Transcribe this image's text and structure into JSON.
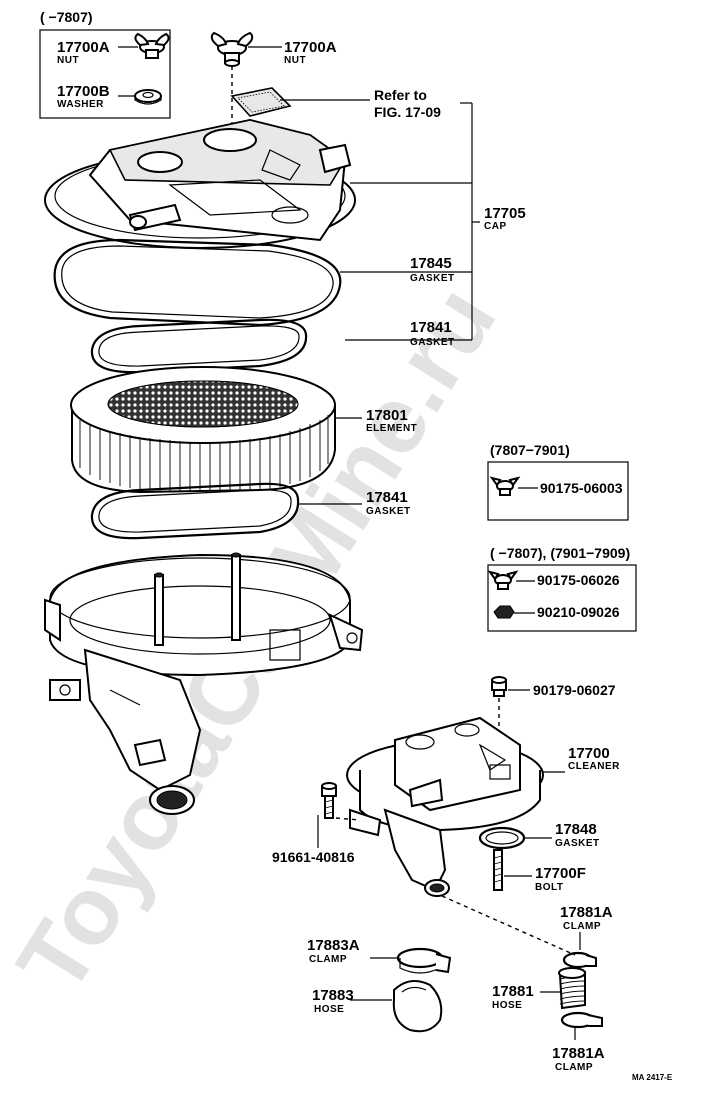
{
  "watermark": "ToyotaCarMine.ru",
  "footer_code": "MA 2417-E",
  "inset_boxes": [
    {
      "header": "(      −7807)",
      "items": [
        {
          "part_no": "17700A",
          "name": "NUT"
        },
        {
          "part_no": "17700B",
          "name": "WASHER"
        }
      ]
    },
    {
      "header": "(7807−7901)",
      "items": [
        {
          "part_no": "90175-06003"
        }
      ]
    },
    {
      "header": "(      −7807), (7901−7909)",
      "items": [
        {
          "part_no": "90175-06026"
        },
        {
          "part_no": "90210-09026"
        }
      ]
    }
  ],
  "callouts": [
    {
      "part_no": "17700A",
      "name": "NUT"
    },
    {
      "part_no": "17705",
      "name": "CAP"
    },
    {
      "part_no": "17845",
      "name": "GASKET"
    },
    {
      "part_no": "17841",
      "name": "GASKET"
    },
    {
      "part_no": "17801",
      "name": "ELEMENT"
    },
    {
      "part_no": "17841",
      "name": "GASKET"
    },
    {
      "part_no": "90179-06027"
    },
    {
      "part_no": "17700",
      "name": "CLEANER"
    },
    {
      "part_no": "17848",
      "name": "GASKET"
    },
    {
      "part_no": "17700F",
      "name": "BOLT"
    },
    {
      "part_no": "91661-40816"
    },
    {
      "part_no": "17881A",
      "name": "CLAMP"
    },
    {
      "part_no": "17883A",
      "name": "CLAMP"
    },
    {
      "part_no": "17883",
      "name": "HOSE"
    },
    {
      "part_no": "17881",
      "name": "HOSE"
    },
    {
      "part_no": "17881A",
      "name": "CLAMP"
    }
  ],
  "reference": {
    "line1": "Refer to",
    "line2": "FIG. 17-09"
  }
}
